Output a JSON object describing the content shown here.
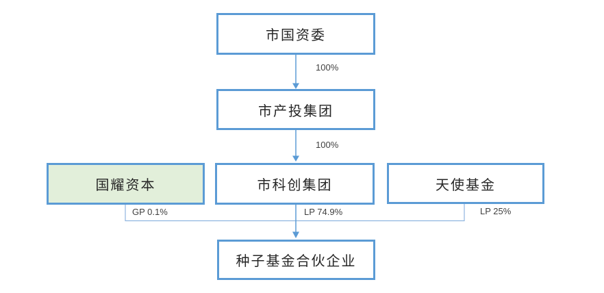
{
  "diagram": {
    "nodes": {
      "sasac": {
        "label": "市国资委"
      },
      "chantou": {
        "label": "市产投集团"
      },
      "guoyao": {
        "label": "国耀资本"
      },
      "kechuang": {
        "label": "市科创集团"
      },
      "tianshi": {
        "label": "天使基金"
      },
      "seedfund": {
        "label": "种子基金合伙企业"
      }
    },
    "edges": {
      "sasac_to_chantou": {
        "label": "100%"
      },
      "chantou_to_kechuang": {
        "label": "100%"
      },
      "guoyao_to_seedfund": {
        "label": "GP 0.1%"
      },
      "kechuang_to_seedfund": {
        "label": "LP 74.9%"
      },
      "tianshi_to_seedfund": {
        "label": "LP 25%"
      }
    }
  },
  "colors": {
    "box_border": "#5B9BD5",
    "connector_line": "#8FB5DF",
    "green_fill": "#E2EFDA",
    "box_fill": "#FFFFFF",
    "edge_label_text": "#3F3F3F",
    "node_text": "#262626"
  }
}
